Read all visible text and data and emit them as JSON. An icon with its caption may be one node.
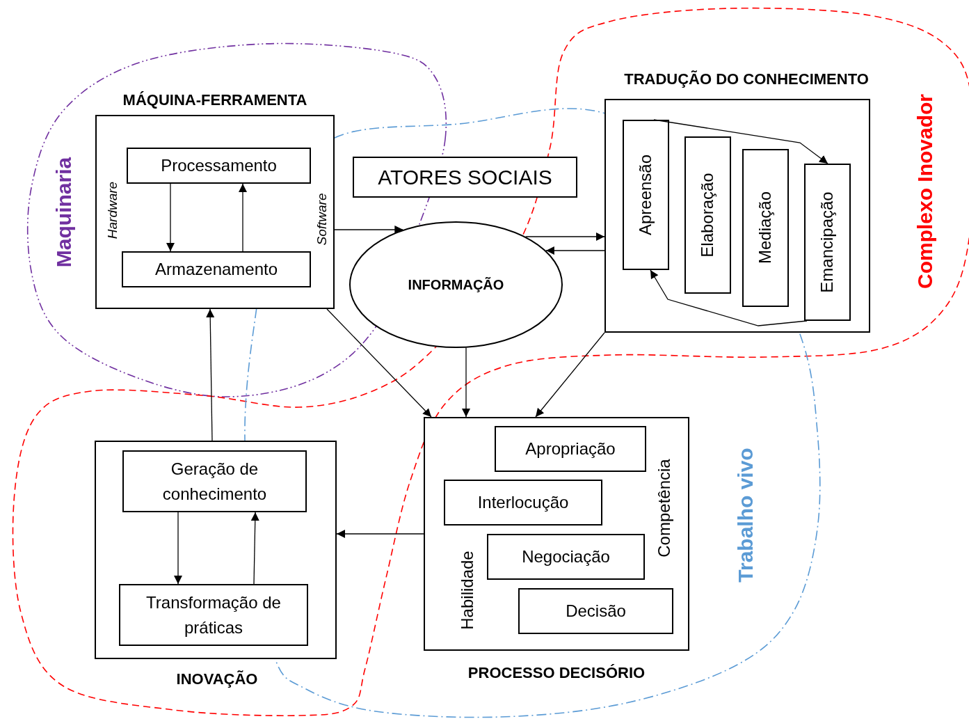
{
  "diagram": {
    "nodes": [
      {
        "text": [
          "MÁQUINA-FERRAMENTA",
          "Hardware",
          "Software"
        ]
      },
      {
        "text": [
          "Processamento"
        ],
        "in": 0
      },
      {
        "text": [
          "Armazenamento"
        ],
        "in": 0
      },
      {
        "text": [
          "ATORES SOCIAIS"
        ]
      },
      {
        "text": [
          "INFORMAÇÃO"
        ]
      },
      {
        "text": [
          "TRADUÇÃO DO CONHECIMENTO"
        ]
      },
      {
        "text": [
          "Apreensão"
        ],
        "in": 5
      },
      {
        "text": [
          "Elaboração"
        ],
        "in": 5
      },
      {
        "text": [
          "Mediação"
        ],
        "in": 5
      },
      {
        "text": [
          "Emancipação"
        ],
        "in": 5
      },
      {
        "text": [
          "Competência",
          "Habilidade",
          "PROCESSO DECISÓRIO"
        ]
      },
      {
        "text": [
          "Apropriação"
        ],
        "in": 10
      },
      {
        "text": [
          "Interlocução"
        ],
        "in": 10
      },
      {
        "text": [
          "Negociação"
        ],
        "in": 10
      },
      {
        "text": [
          "Decisão"
        ],
        "in": 10
      },
      {
        "text": [
          "INOVAÇÃO"
        ]
      },
      {
        "text": [
          "Geração de conhecimento"
        ],
        "in": 15
      },
      {
        "text": [
          "Transformação de práticas"
        ],
        "in": 15
      }
    ],
    "labels": [
      "Maquinaria",
      "Complexo Inovador",
      "Trabalho vivo"
    ],
    "edges": [
      {
        "from": 1,
        "to": 2,
        "arrow": "to"
      },
      {
        "from": 2,
        "to": 1,
        "arrow": "to"
      },
      {
        "from": 0,
        "to": 4,
        "arrow": "to"
      },
      {
        "from": 4,
        "to": 5,
        "arrow": "to"
      },
      {
        "from": 5,
        "to": 4,
        "arrow": "to"
      },
      {
        "from": 6,
        "to": 9,
        "arrow": "to"
      },
      {
        "from": 9,
        "to": 6,
        "arrow": "to"
      },
      {
        "from": 0,
        "to": 10,
        "arrow": "to"
      },
      {
        "from": 4,
        "to": 10,
        "arrow": "to"
      },
      {
        "from": 5,
        "to": 10,
        "arrow": "to"
      },
      {
        "from": 10,
        "to": 15,
        "arrow": "to"
      },
      {
        "from": 15,
        "to": 0,
        "arrow": "to"
      },
      {
        "from": 16,
        "to": 17,
        "arrow": "to"
      },
      {
        "from": 17,
        "to": 16,
        "arrow": "to"
      }
    ]
  }
}
